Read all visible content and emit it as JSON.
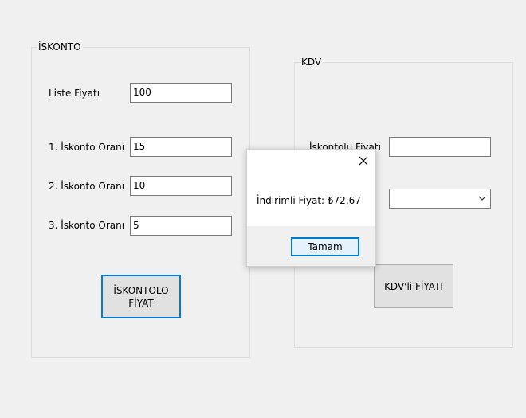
{
  "iskonto_group": {
    "title": "İSKONTO",
    "list_price_label": "Liste Fiyatı",
    "list_price_value": "100",
    "discount1_label": "1. İskonto Oranı",
    "discount1_value": "15",
    "discount2_label": "2. İskonto Oranı",
    "discount2_value": "10",
    "discount3_label": "3. İskonto Oranı",
    "discount3_value": "5",
    "button_label_line1": "İSKONTOLO",
    "button_label_line2": "FİYAT"
  },
  "kdv_group": {
    "title": "KDV",
    "discounted_price_label": "İskontolu Fiyatı",
    "discounted_price_value": "",
    "vat_rate_selected": "",
    "button_label": "KDV'li FİYATI"
  },
  "dialog": {
    "message": "İndirimli Fiyat: ₺72,67",
    "ok_label": "Tamam"
  },
  "colors": {
    "window_bg": "#f0f0f0",
    "accent": "#0078d7",
    "button_bg": "#e1e1e1"
  }
}
